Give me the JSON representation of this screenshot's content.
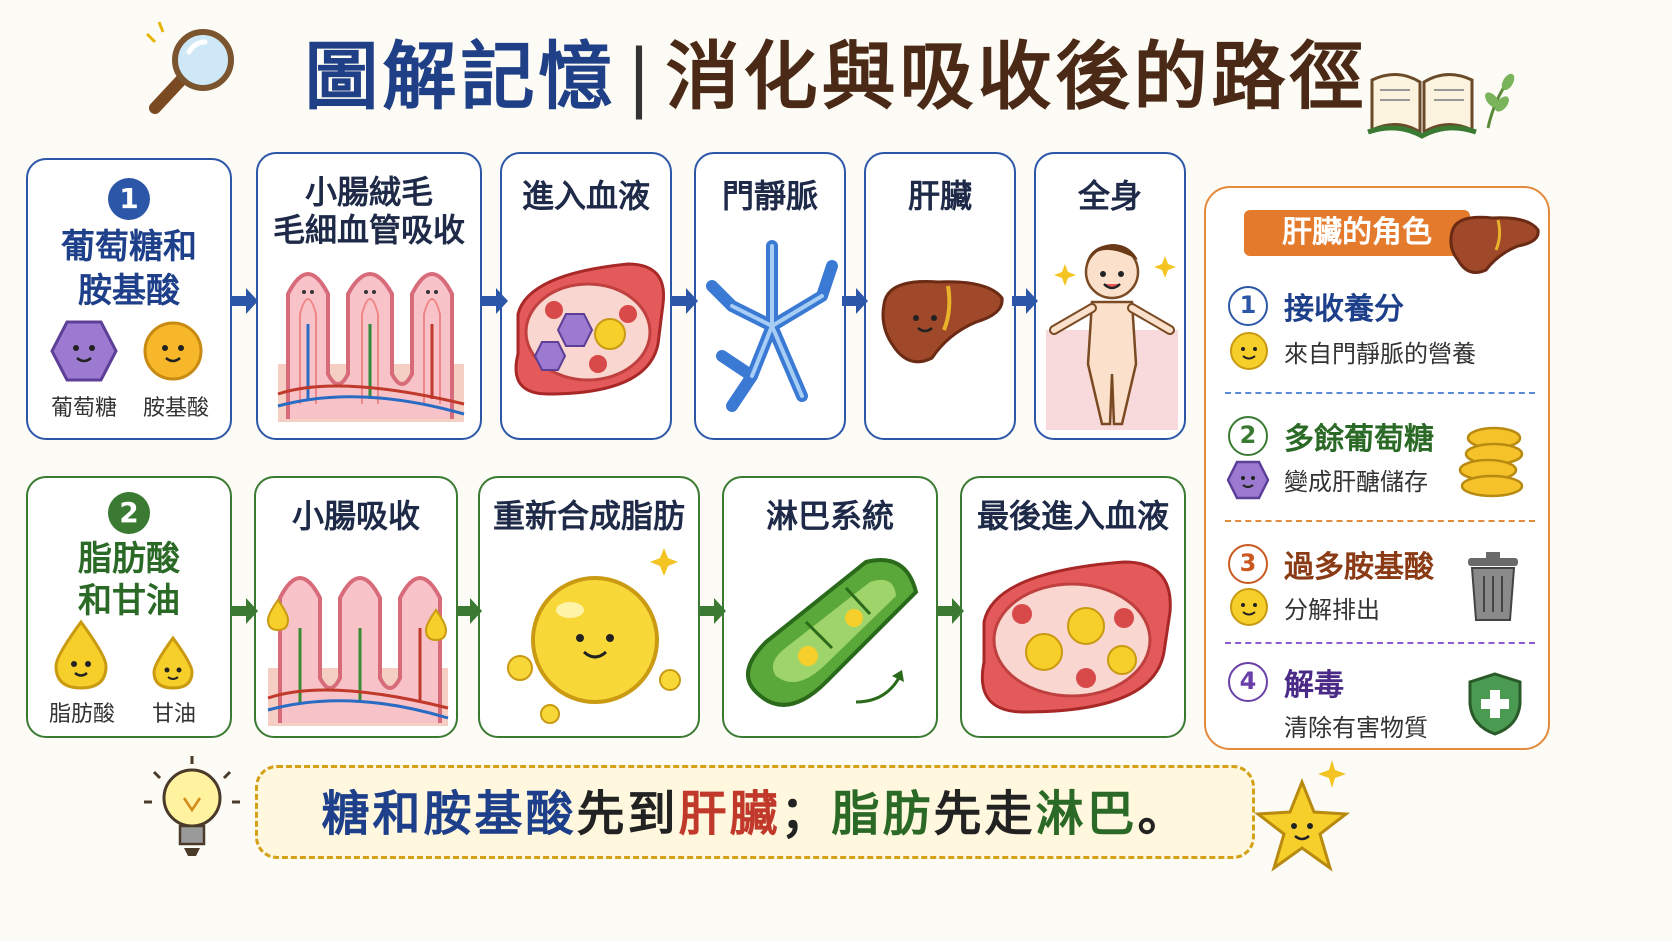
{
  "title": {
    "part1": "圖解記憶",
    "separator": "|",
    "part2": "消化與吸收後的路徑"
  },
  "row1": {
    "number": "1",
    "heading": [
      "葡萄糖和",
      "胺基酸"
    ],
    "items": [
      "葡萄糖",
      "胺基酸"
    ],
    "steps": [
      [
        "小腸絨毛",
        "毛細血管吸收"
      ],
      [
        "進入血液"
      ],
      [
        "門靜脈"
      ],
      [
        "肝臟"
      ],
      [
        "全身"
      ]
    ]
  },
  "row2": {
    "number": "2",
    "heading": [
      "脂肪酸",
      "和甘油"
    ],
    "items": [
      "脂肪酸",
      "甘油"
    ],
    "steps": [
      "小腸吸收",
      "重新合成脂肪",
      "淋巴系統",
      "最後進入血液"
    ]
  },
  "sidebar": {
    "title": "肝臟的角色",
    "roles": [
      {
        "number": "1",
        "title": "接收養分",
        "desc": "來自門靜脈的營養",
        "color": "#2c57a8"
      },
      {
        "number": "2",
        "title": "多餘葡萄糖",
        "desc": "變成肝醣儲存",
        "color": "#3a7a32"
      },
      {
        "number": "3",
        "title": "過多胺基酸",
        "desc": "分解排出",
        "color": "#c9591f"
      },
      {
        "number": "4",
        "title": "解毒",
        "desc": "清除有害物質",
        "color": "#6a3fa8"
      }
    ]
  },
  "summary": {
    "p1": "糖和胺基酸",
    "p2": "先到",
    "p3": "肝臟",
    "p4": "；",
    "p5": "脂肪",
    "p6": "先走",
    "p7": "淋巴",
    "p8": "。"
  },
  "colors": {
    "blue": "#2c57a8",
    "green": "#3a7a32",
    "liver": "#a0482a",
    "orange": "#e48a3c",
    "red": "#c0392b"
  }
}
